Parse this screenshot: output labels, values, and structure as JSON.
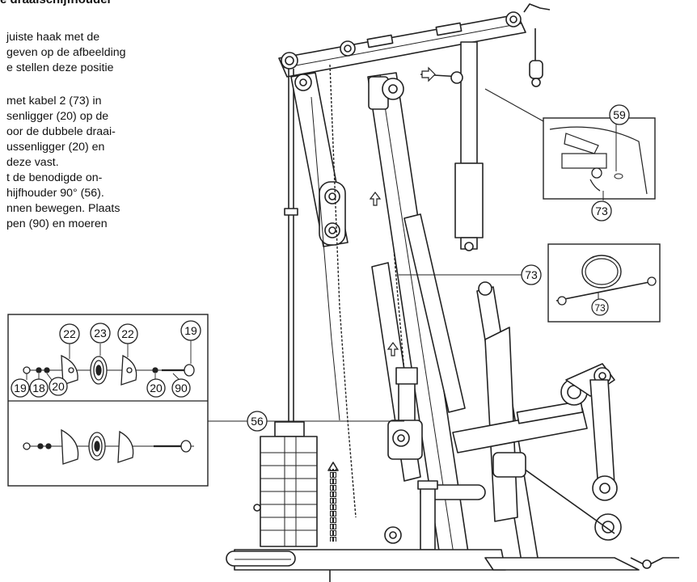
{
  "document": {
    "heading": "e draaischijfhouder",
    "lines": [
      "juiste haak met de",
      "geven op de afbeelding",
      "e stellen deze positie",
      "met kabel 2 (73) in",
      "senligger (20) op de",
      "oor de dubbele draai-",
      "ussenligger (20) en",
      "deze vast.",
      "t de benodigde on-",
      "hijfhouder 90° (56).",
      "nnen bewegen. Plaats",
      "pen (90) en moeren"
    ]
  },
  "callouts": {
    "c59": "59",
    "c73_detail": "73",
    "c73_cable": "73",
    "c73_cable_small": "73",
    "c56": "56",
    "c22_left": "22",
    "c23": "23",
    "c22_right": "22",
    "c19_right": "19",
    "c19_left": "19",
    "c18": "18",
    "c20_left": "20",
    "c20_right": "20",
    "c90": "90"
  }
}
